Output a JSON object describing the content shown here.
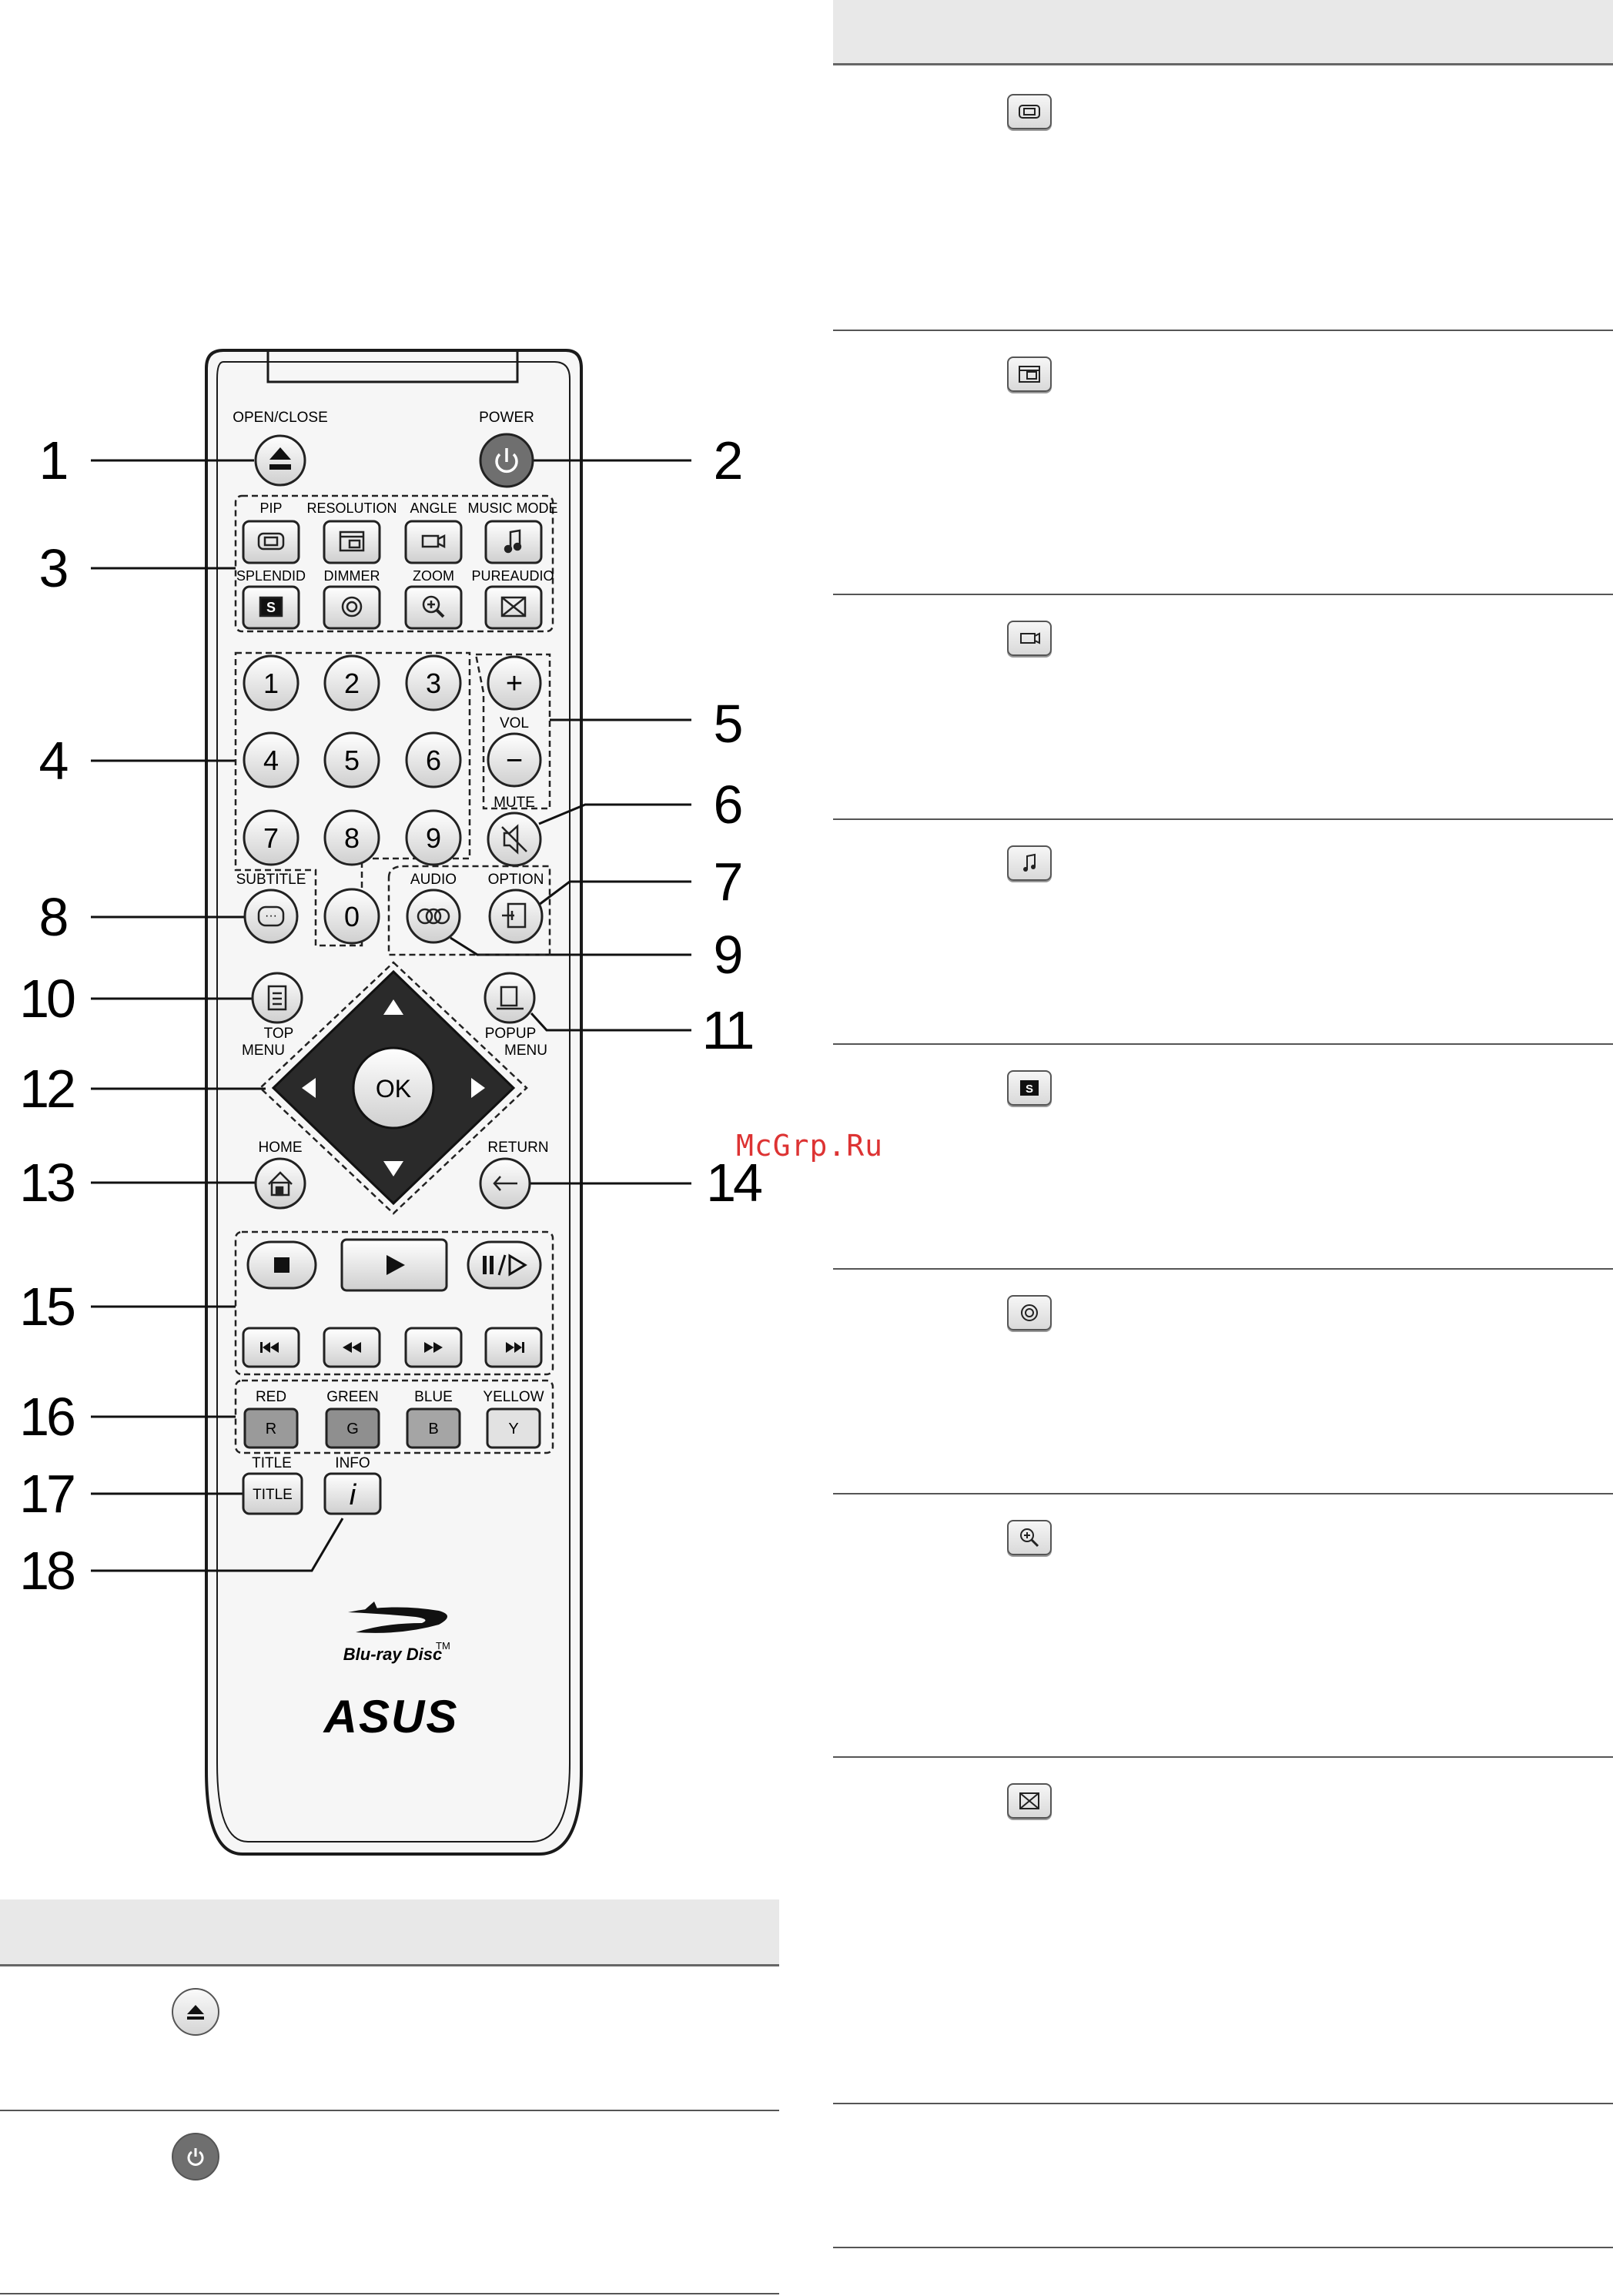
{
  "watermark": "McGrp.Ru",
  "callouts": [
    "1",
    "2",
    "3",
    "4",
    "5",
    "6",
    "7",
    "8",
    "9",
    "10",
    "11",
    "12",
    "13",
    "14",
    "15",
    "16",
    "17",
    "18"
  ],
  "remote": {
    "labels": {
      "open_close": "OPEN/CLOSE",
      "power": "POWER",
      "pip": "PIP",
      "resolution": "RESOLUTION",
      "angle": "ANGLE",
      "music_mode": "MUSIC MODE",
      "splendid": "SPLENDID",
      "dimmer": "DIMMER",
      "zoom": "ZOOM",
      "pureaudio": "PUREAUDIO",
      "vol": "VOL",
      "mute": "MUTE",
      "subtitle": "SUBTITLE",
      "audio": "AUDIO",
      "option": "OPTION",
      "top_menu_1": "TOP",
      "top_menu_2": "MENU",
      "popup_menu_1": "POPUP",
      "popup_menu_2": "MENU",
      "ok": "OK",
      "home": "HOME",
      "return": "RETURN",
      "red": "RED",
      "green": "GREEN",
      "blue": "BLUE",
      "yellow": "YELLOW",
      "title": "TITLE",
      "info": "INFO"
    },
    "digits": [
      "1",
      "2",
      "3",
      "4",
      "5",
      "6",
      "7",
      "8",
      "9",
      "0"
    ],
    "color_keys": [
      "R",
      "G",
      "B",
      "Y"
    ],
    "title_key": "TITLE",
    "info_key": "i",
    "vol_plus": "+",
    "vol_minus": "−",
    "bluray_text": "Blu-ray Disc",
    "tm": "TM",
    "brand": "ASUS"
  },
  "right_table_icons": [
    "pip-icon",
    "resolution-icon",
    "angle-icon",
    "music-mode-icon",
    "splendid-icon",
    "dimmer-icon",
    "zoom-icon",
    "pureaudio-icon"
  ],
  "left_table_icons": [
    "eject-icon",
    "power-icon"
  ],
  "colors": {
    "red_key": "#9a9a9a",
    "green_key": "#8f8f8f",
    "blue_key": "#a5a5a5",
    "yellow_key": "#e2e2e2",
    "power_key": "#6f6f6f"
  }
}
